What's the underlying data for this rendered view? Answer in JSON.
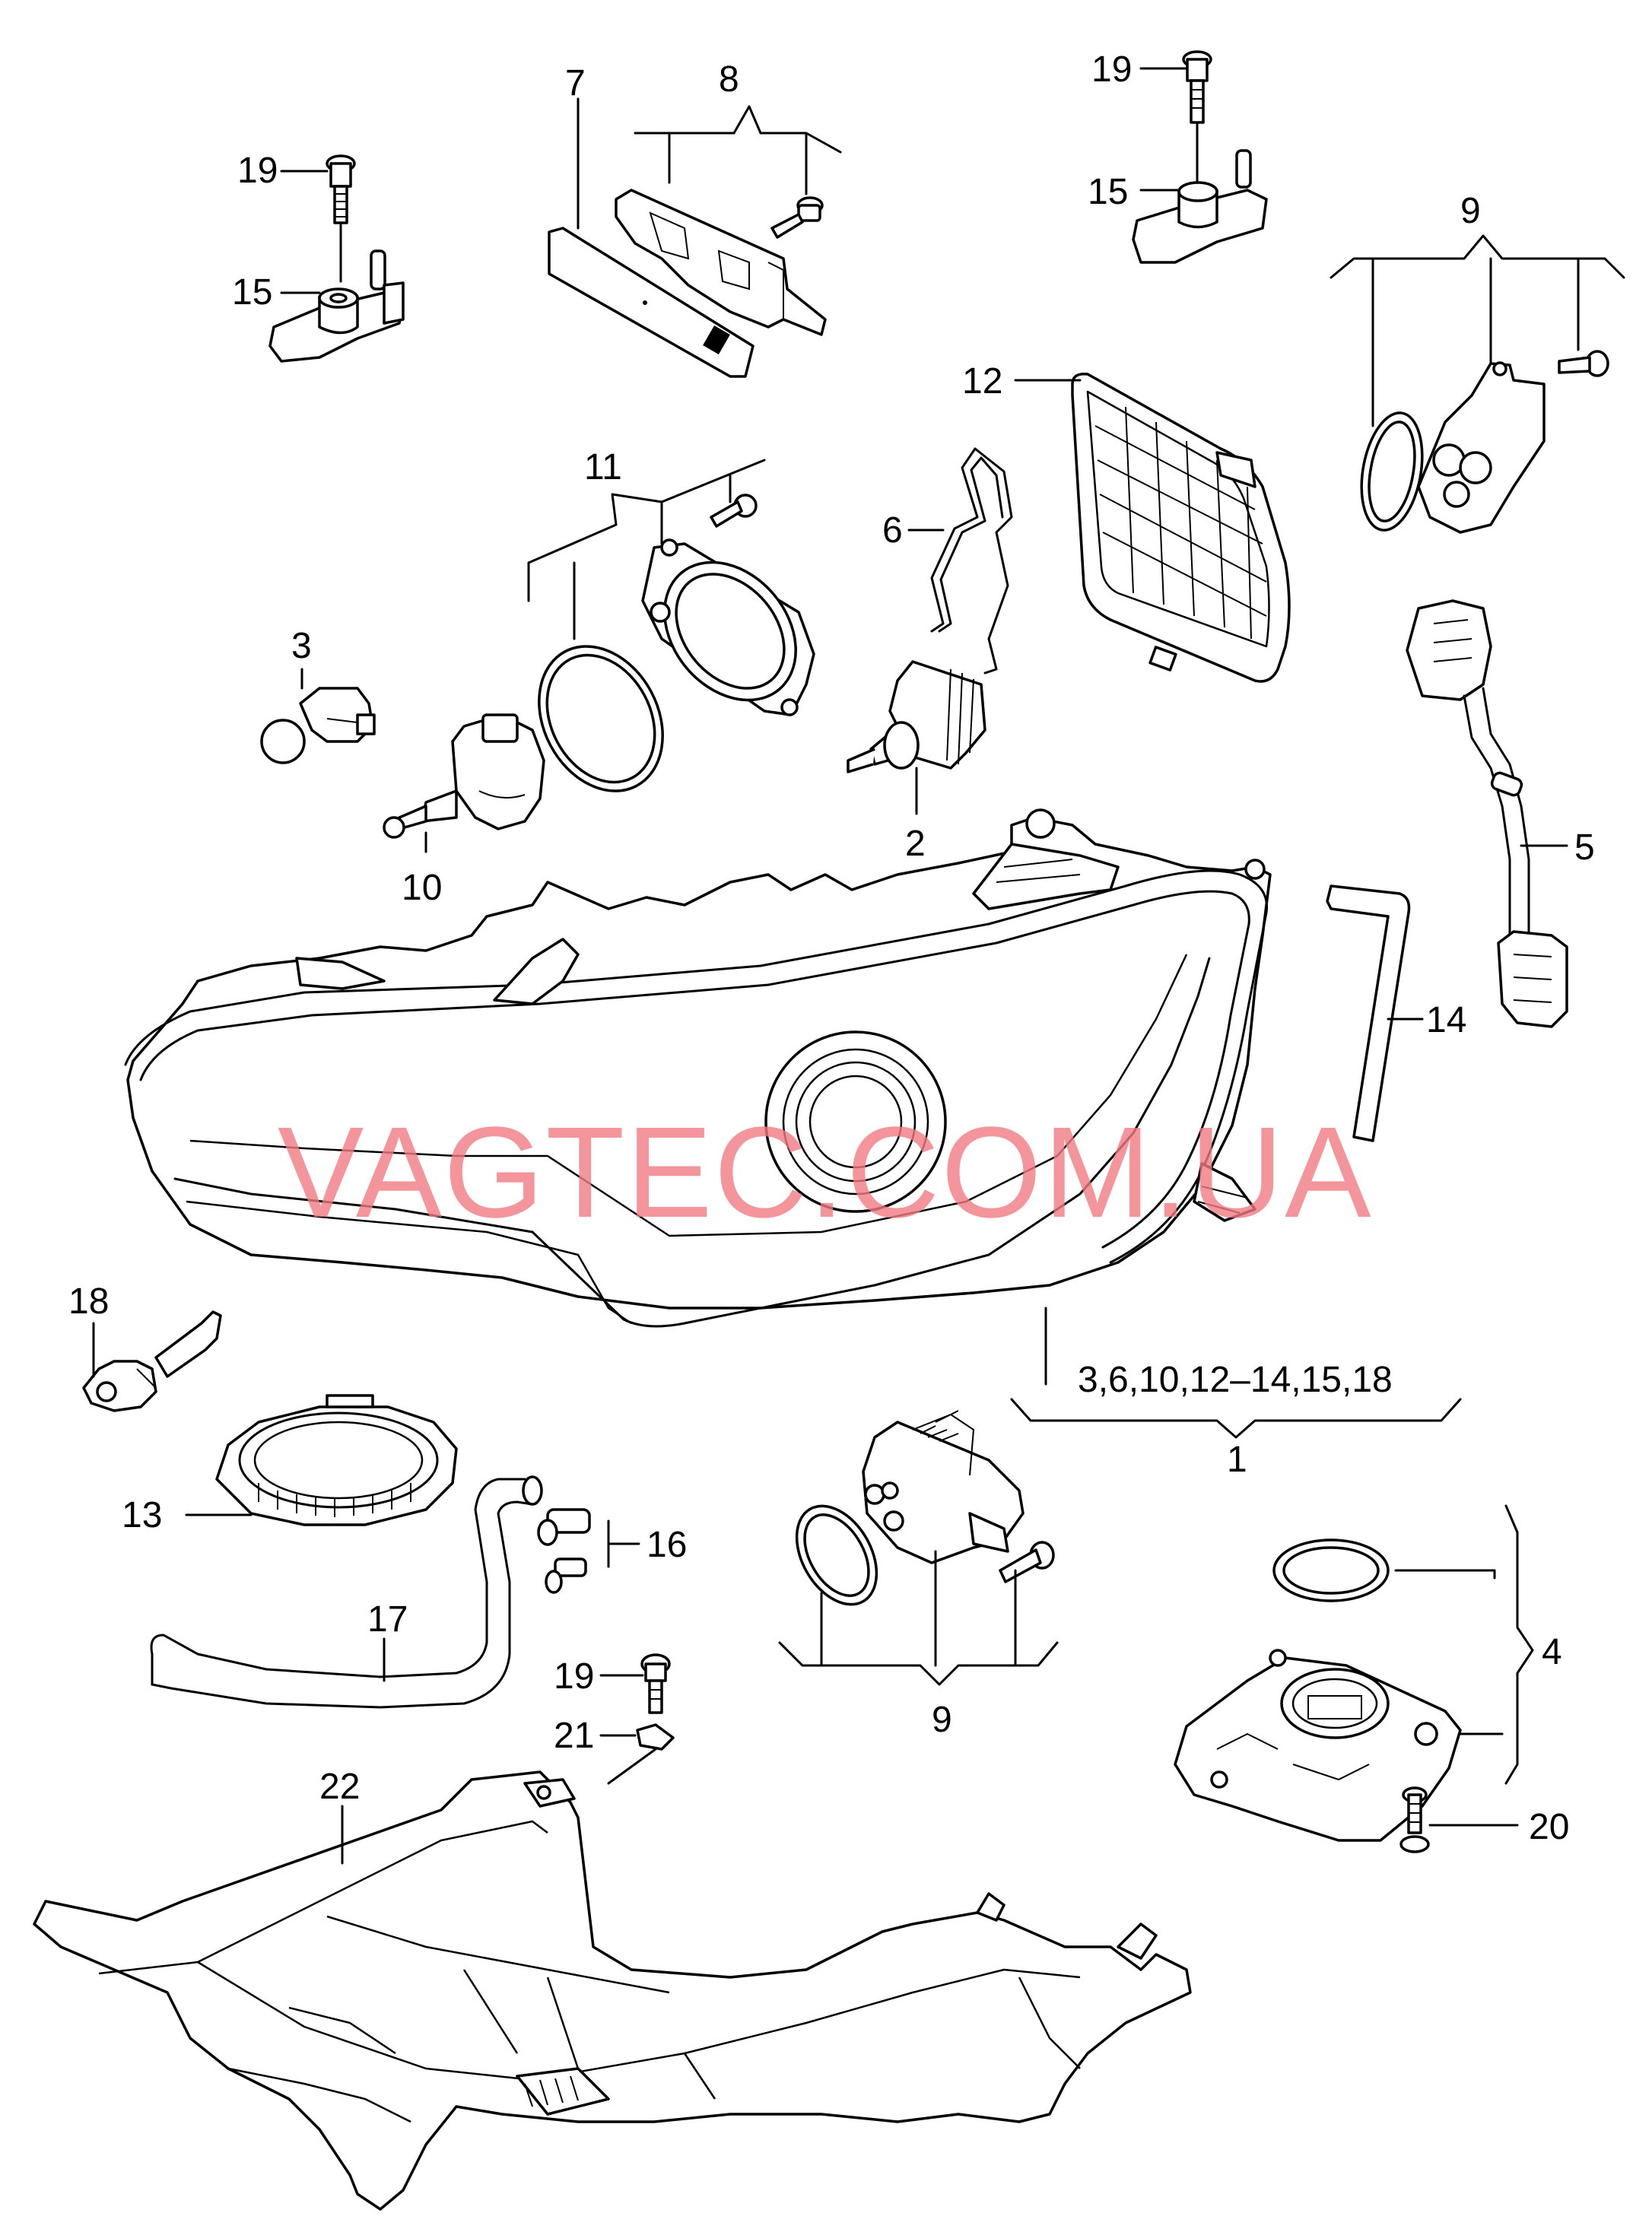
{
  "labels": {
    "c1": "1",
    "c1_includes": "3,6,10,12–14,15,18",
    "c2": "2",
    "c3": "3",
    "c4": "4",
    "c5": "5",
    "c6": "6",
    "c7": "7",
    "c8": "8",
    "c9_top": "9",
    "c9_bottom": "9",
    "c10": "10",
    "c11": "11",
    "c12": "12",
    "c13": "13",
    "c14": "14",
    "c15_left": "15",
    "c15_right": "15",
    "c16": "16",
    "c17": "17",
    "c18": "18",
    "c19_left": "19",
    "c19_right": "19",
    "c19_bottom": "19",
    "c20": "20",
    "c21": "21",
    "c22": "22"
  },
  "watermark": "VAGTEC.COM.UA",
  "colors": {
    "line": "#000000",
    "background": "#ffffff",
    "watermark": "#f07a82"
  }
}
